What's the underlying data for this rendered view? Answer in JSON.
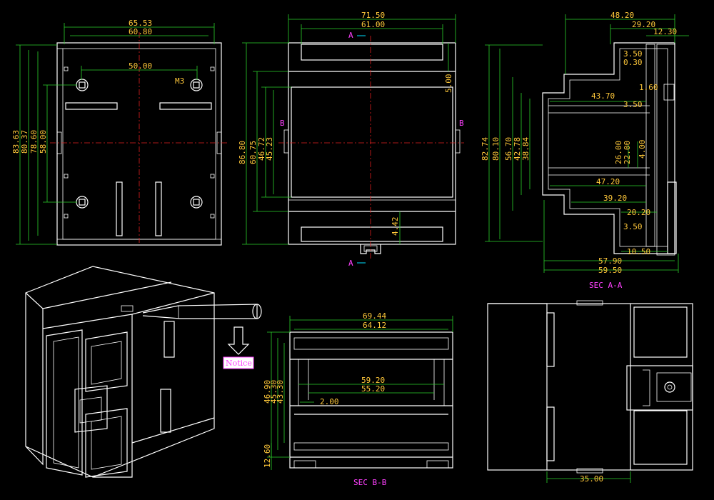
{
  "dims": {
    "v1": {
      "w1": "65.53",
      "w2": "60.80",
      "w3": "50.00",
      "screw": "M3",
      "h1": "83.63",
      "h2": "80.37",
      "h3": "78.60",
      "h4": "58.00"
    },
    "v2": {
      "w1": "71.50",
      "w2": "61.00",
      "h1": "86.80",
      "h2": "60.75",
      "h3": "46.72",
      "h4": "45.23",
      "d1": "5.00",
      "d2": "4.42"
    },
    "v3": {
      "w1": "48.20",
      "w2": "29.20",
      "w3": "12.30",
      "a": "3.50",
      "b": "0.30",
      "c": "1.60",
      "d": "43.70",
      "e": "3.50",
      "f": "26.00",
      "g": "22.00",
      "h": "4.00",
      "i": "47.20",
      "j": "39.20",
      "k": "20.20",
      "l": "3.50",
      "m": "10.50",
      "n": "57.90",
      "o": "59.50",
      "h1": "82.74",
      "h2": "80.10",
      "h3": "56.70",
      "h4": "42.78",
      "h5": "38.84"
    },
    "v5": {
      "w1": "69.44",
      "w2": "64.12",
      "w3": "59.20",
      "w4": "55.20",
      "t": "2.00",
      "h1": "46.90",
      "h2": "45.30",
      "h3": "43.30",
      "h4": "12.60"
    },
    "v6": {
      "w1": "35.00"
    }
  },
  "markers": {
    "a": "A",
    "b": "B"
  },
  "sections": {
    "aa": "SEC A-A",
    "bb": "SEC B-B"
  },
  "notice": "Notice",
  "colors": {
    "outline": "#ffffff",
    "dimension": "#2bd12b",
    "centerline": "#e02020",
    "dim_text": "#ffc83a",
    "marker": "#ff40ff"
  }
}
